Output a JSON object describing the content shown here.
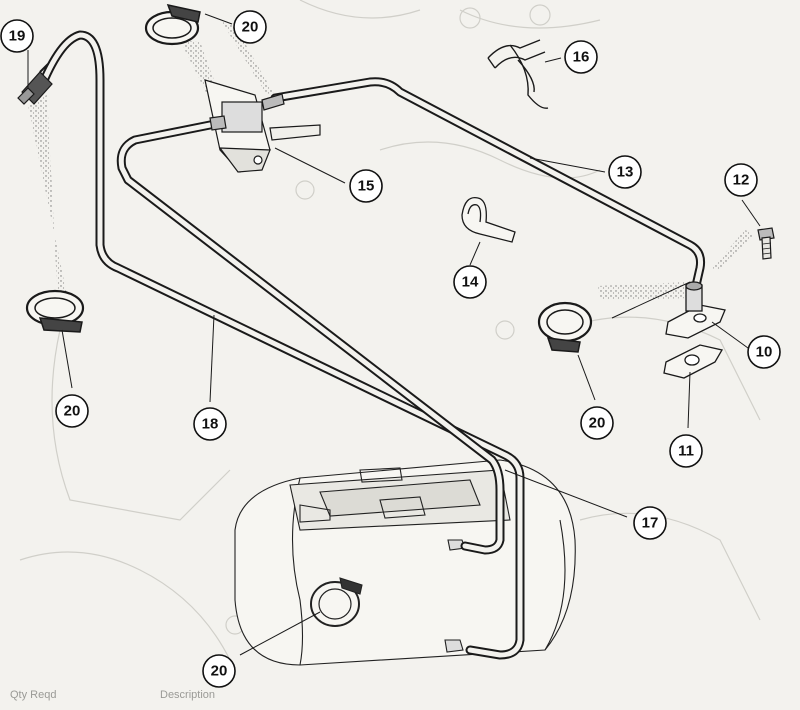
{
  "callouts": [
    {
      "id": "c19",
      "number": "19"
    },
    {
      "id": "c20a",
      "number": "20"
    },
    {
      "id": "c16",
      "number": "16"
    },
    {
      "id": "c13",
      "number": "13"
    },
    {
      "id": "c15",
      "number": "15"
    },
    {
      "id": "c12",
      "number": "12"
    },
    {
      "id": "c14",
      "number": "14"
    },
    {
      "id": "c10",
      "number": "10"
    },
    {
      "id": "c20b",
      "number": "20"
    },
    {
      "id": "c20c",
      "number": "20"
    },
    {
      "id": "c18",
      "number": "18"
    },
    {
      "id": "c11",
      "number": "11"
    },
    {
      "id": "c17",
      "number": "17"
    },
    {
      "id": "c20d",
      "number": "20"
    }
  ],
  "footer": {
    "col1": "Description",
    "col2": "Qty Reqd"
  },
  "colors": {
    "ink": "#1a1a1a",
    "paper": "#f3f2ee",
    "faint": "#c9c8c2"
  }
}
